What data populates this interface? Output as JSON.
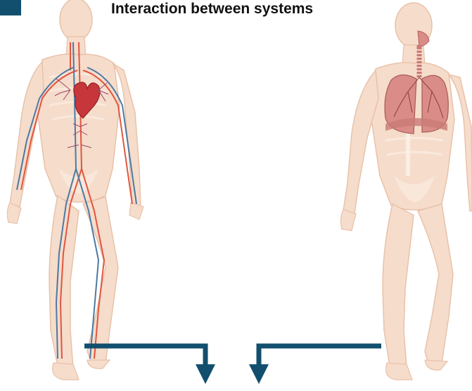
{
  "title": "Interaction between systems",
  "colors": {
    "accent": "#124f6e",
    "skin": "#f6dccb",
    "skin_outline": "#e8c2aa",
    "bone": "#fbeee4",
    "artery": "#e2553f",
    "vein": "#4c7aa3",
    "heart": "#c7363a",
    "lung": "#d98c88"
  },
  "figures": [
    {
      "name": "circulatory-system",
      "icon": "body-with-blood-vessels-icon"
    },
    {
      "name": "respiratory-system",
      "icon": "body-with-lungs-icon"
    }
  ]
}
